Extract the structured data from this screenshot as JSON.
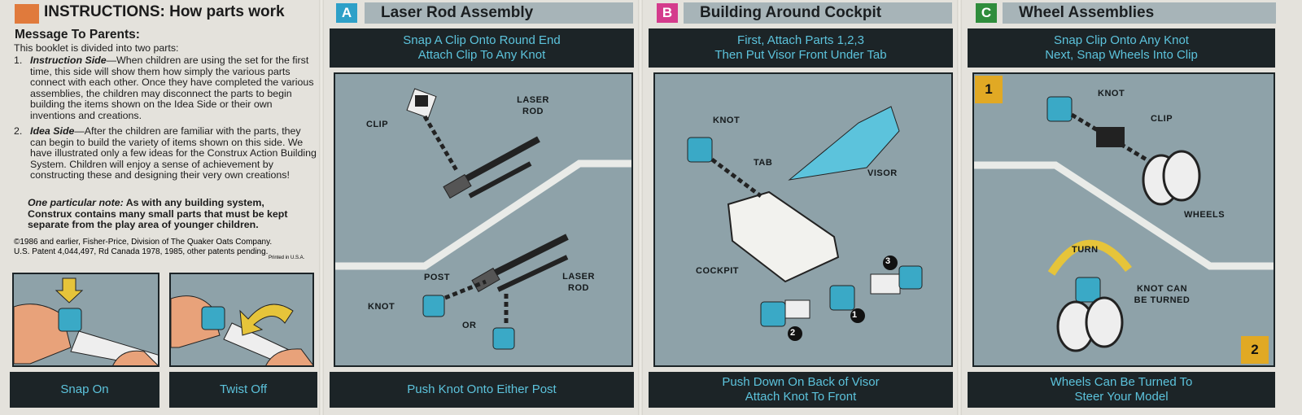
{
  "intro": {
    "title": "INSTRUCTIONS: How parts work",
    "heading": "Message To Parents:",
    "lead": "This booklet is divided into two parts:",
    "item1_num": "1.",
    "item1_title": "Instruction Side",
    "item1_text": "—When children are using the set for the first time, this side will show them how simply the various parts connect with each other. Once they have completed the various assemblies, the children may disconnect the parts to begin building the items shown on the Idea Side or their own inventions and creations.",
    "item2_num": "2.",
    "item2_title": "Idea Side",
    "item2_text": "—After the children are familiar with the parts, they can begin to build the variety of items shown on this side. We have illustrated only a few ideas for the Construx Action Building System. Children will enjoy a sense of achievement by constructing these and designing their very own creations!",
    "note_label": "One particular note:",
    "note_text": " As with any building system, Construx contains many small parts that must be kept separate from the play area of younger children.",
    "copyright": "©1986 and earlier, Fisher-Price, Division of The Quaker Oats Company.",
    "patent": "U.S. Patent 4,044,497, Rd Canada 1978, 1985, other patents pending.",
    "printed": "Printed in U.S.A.",
    "captions": [
      "Snap On",
      "Twist Off"
    ]
  },
  "panels": [
    {
      "letter": "A",
      "color": "#2ea0c8",
      "title": "Laser Rod Assembly",
      "top_line1": "Snap A Clip Onto Round End",
      "top_line2": "Attach Clip To Any Knot",
      "bottom_line1": "Push Knot Onto Either Post",
      "labels": {
        "clip": "CLIP",
        "laser_rod1": "LASER ROD",
        "post": "POST",
        "laser_rod2": "LASER ROD",
        "knot": "KNOT",
        "or": "OR"
      }
    },
    {
      "letter": "B",
      "color": "#d43b8c",
      "title": "Building Around Cockpit",
      "top_line1": "First, Attach Parts 1,2,3",
      "top_line2": "Then Put Visor Front Under Tab",
      "bottom_line1": "Push Down On Back of Visor",
      "bottom_line2": "Attach Knot To Front",
      "labels": {
        "knot": "KNOT",
        "tab": "TAB",
        "visor": "VISOR",
        "cockpit": "COCKPIT",
        "n1": "1",
        "n2": "2",
        "n3": "3"
      }
    },
    {
      "letter": "C",
      "color": "#2f8d3c",
      "title": "Wheel Assemblies",
      "top_line1": "Snap Clip Onto Any Knot",
      "top_line2": "Next, Snap Wheels Into Clip",
      "bottom_line1": "Wheels Can Be Turned To",
      "bottom_line2": "Steer Your Model",
      "labels": {
        "step1": "1",
        "step2": "2",
        "knot": "KNOT",
        "clip": "CLIP",
        "wheels": "WHEELS",
        "turn": "TURN",
        "knot_can": "KNOT CAN BE TURNED"
      }
    }
  ],
  "colors": {
    "panel_bg": "#8ea2a9",
    "bar": "#1c2427",
    "caption": "#5cc3dc",
    "knot": "#3aa9c6",
    "orange": "#e07a3c"
  }
}
